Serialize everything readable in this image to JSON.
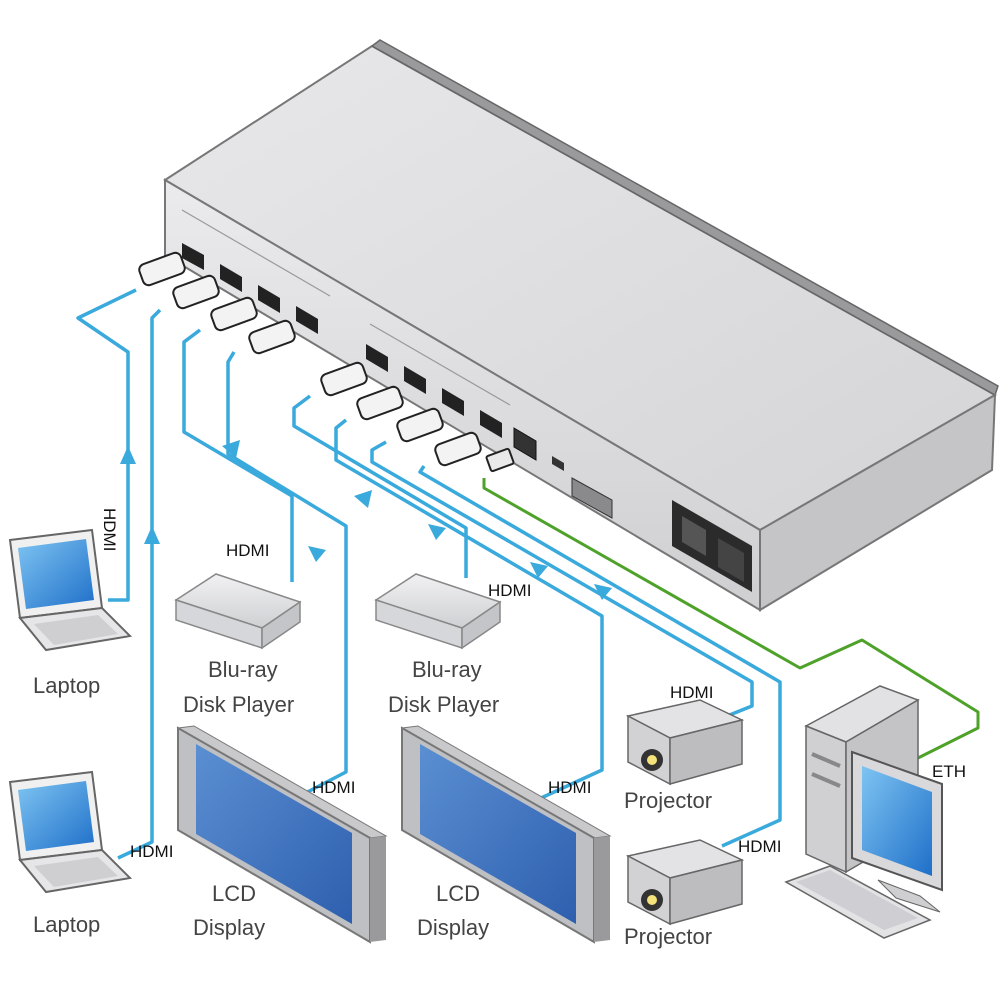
{
  "devices": {
    "laptop_1": "Laptop",
    "laptop_2": "Laptop",
    "bluray_1_line1": "Blu-ray",
    "bluray_1_line2": "Disk Player",
    "bluray_2_line1": "Blu-ray",
    "bluray_2_line2": "Disk Player",
    "lcd_1_line1": "LCD",
    "lcd_1_line2": "Display",
    "lcd_2_line1": "LCD",
    "lcd_2_line2": "Display",
    "projector_1": "Projector",
    "projector_2": "Projector"
  },
  "cables": {
    "laptop_1": "HDMI",
    "laptop_2": "HDMI",
    "bluray_1": "HDMI",
    "bluray_2": "HDMI",
    "lcd_1": "HDMI",
    "lcd_2": "HDMI",
    "projector_1": "HDMI",
    "projector_2": "HDMI",
    "eth": "ETH"
  },
  "colors": {
    "hdmi_cable": "#3aa9dc",
    "eth_cable": "#4ea22a",
    "chassis": "#d9d9db",
    "screen": "#2f7fd6"
  }
}
